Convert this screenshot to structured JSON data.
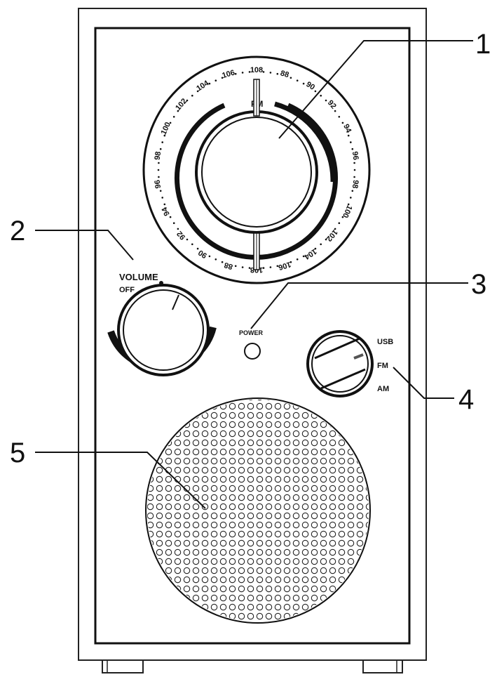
{
  "callouts": [
    "1",
    "2",
    "3",
    "4",
    "5"
  ],
  "tuning_dial": {
    "band_label": "FM",
    "outer_scale": [
      "108",
      "88",
      "90",
      "92",
      "94",
      "96",
      "98",
      "100",
      "102",
      "104",
      "106",
      "108",
      "88",
      "90",
      "92",
      "94",
      "96",
      "98",
      "100",
      "102",
      "104",
      "106"
    ]
  },
  "volume": {
    "label": "VOLUME",
    "off_label": "OFF"
  },
  "power": {
    "label": "POWER"
  },
  "mode_selector": {
    "options": [
      "USB",
      "FM",
      "AM"
    ]
  }
}
